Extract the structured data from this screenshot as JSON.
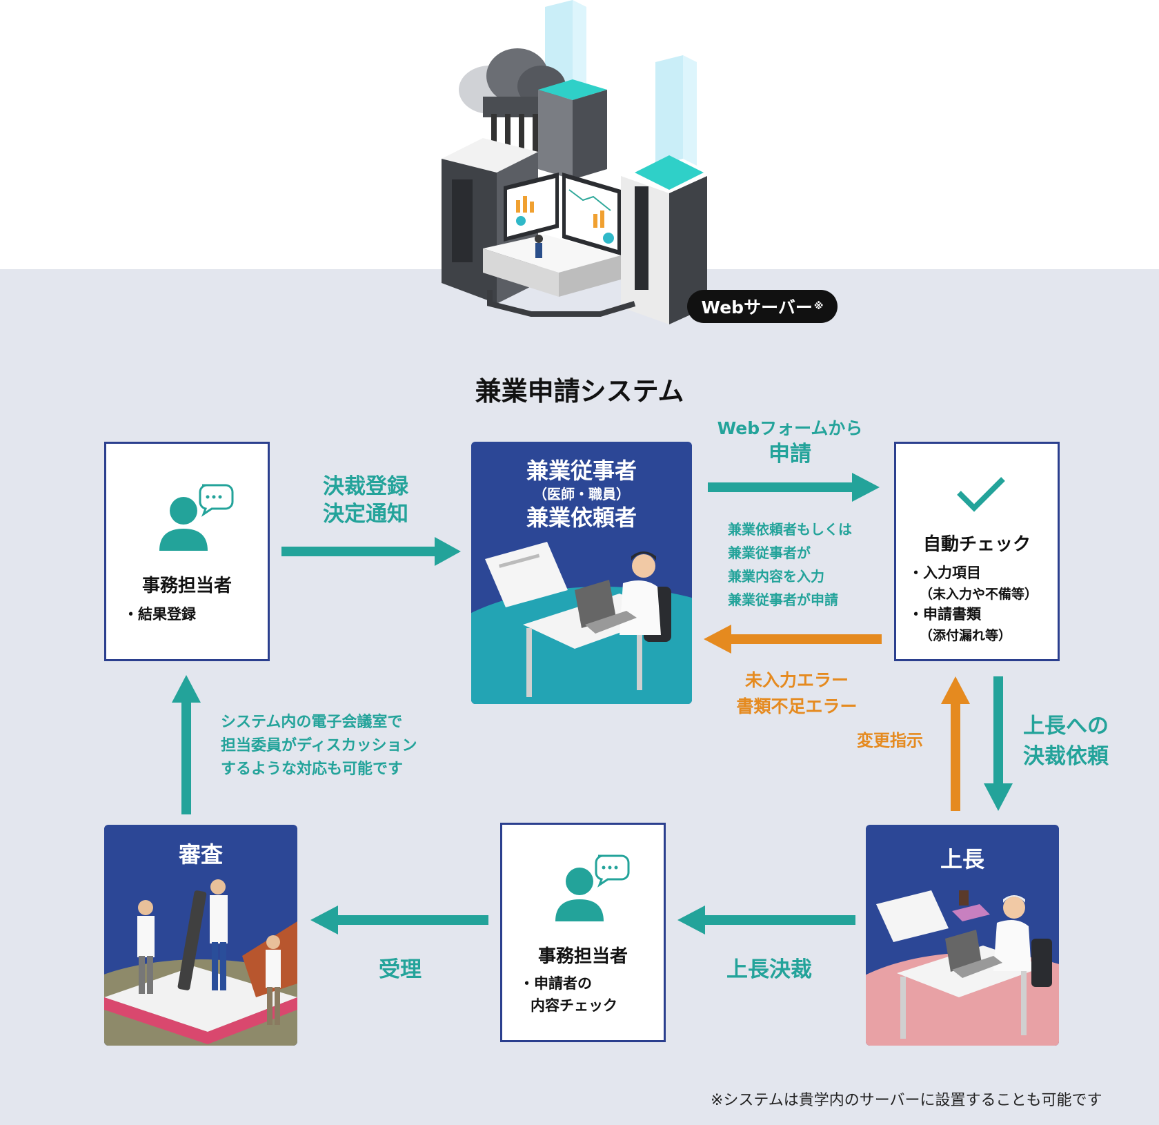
{
  "server_badge": {
    "label": "Webサーバー",
    "mark": "※"
  },
  "title": "兼業申請システム",
  "nodes": {
    "clerk_top": {
      "name": "事務担当者",
      "items": [
        "・結果登録"
      ]
    },
    "worker": {
      "line1": "兼業従事者",
      "line2": "（医師・職員）",
      "line3": "兼業依頼者"
    },
    "autocheck": {
      "name": "自動チェック",
      "item1": "・入力項目",
      "item1_sub": "（未入力や不備等）",
      "item2": "・申請書類",
      "item2_sub": "（添付漏れ等）"
    },
    "review": {
      "name": "審査"
    },
    "clerk_bottom": {
      "name": "事務担当者",
      "item1": "・申請者の",
      "item1_sub": "内容チェック"
    },
    "boss": {
      "name": "上長"
    }
  },
  "edges": {
    "decision": {
      "line1": "決裁登録",
      "line2": "決定通知"
    },
    "webform": {
      "line1": "Webフォームから",
      "line2": "申請"
    },
    "note": {
      "line1": "兼業依頼者もしくは",
      "line2": "兼業従事者が",
      "line3": "兼業内容を入力",
      "line4": "兼業従事者が申請"
    },
    "errors": {
      "line1": "未入力エラー",
      "line2": "書類不足エラー"
    },
    "change": "変更指示",
    "request_boss": {
      "line1": "上長への",
      "line2": "決裁依頼"
    },
    "boss_decision": "上長決裁",
    "accept": "受理",
    "discussion": {
      "line1": "システム内の電子会議室で",
      "line2": "担当委員がディスカッション",
      "line3": "するような対応も可能です"
    }
  },
  "footnote": "※システムは貴学内のサーバーに設置することも可能です",
  "colors": {
    "navy": "#2c4796",
    "teal": "#23a39a",
    "orange": "#e58a1f",
    "band": "#e3e6ee",
    "pink": "#e8a1a5"
  }
}
